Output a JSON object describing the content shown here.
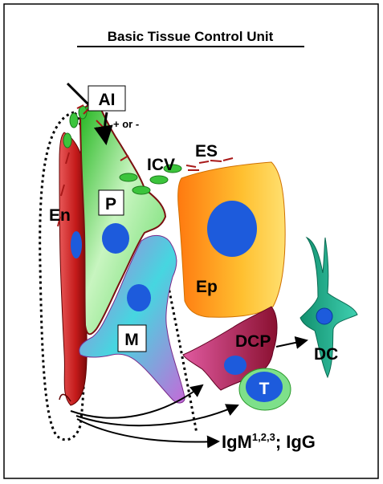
{
  "title": "Basic Tissue Control Unit",
  "labels": {
    "ai": "AI",
    "plus_minus": "+ or -",
    "icv": "ICV",
    "es": "ES",
    "en": "En",
    "p": "P",
    "ep": "Ep",
    "m": "M",
    "dcp": "DCP",
    "dc": "DC",
    "t": "T"
  },
  "immunoglobulins": {
    "igm": "IgM",
    "igm_sup": "1,2,3",
    "igg": "; IgG"
  },
  "colors": {
    "endothelial": "#c8201e",
    "pericyte": "#8ee58a",
    "epithelial": "#ffb020",
    "macrophage": "#c070d0",
    "dcp": "#b02060",
    "dendritic": "#1fa88a",
    "t_cell": "#2a6fe0",
    "nucleus": "#1d5bdc",
    "vesicle": "#3cc43c"
  }
}
